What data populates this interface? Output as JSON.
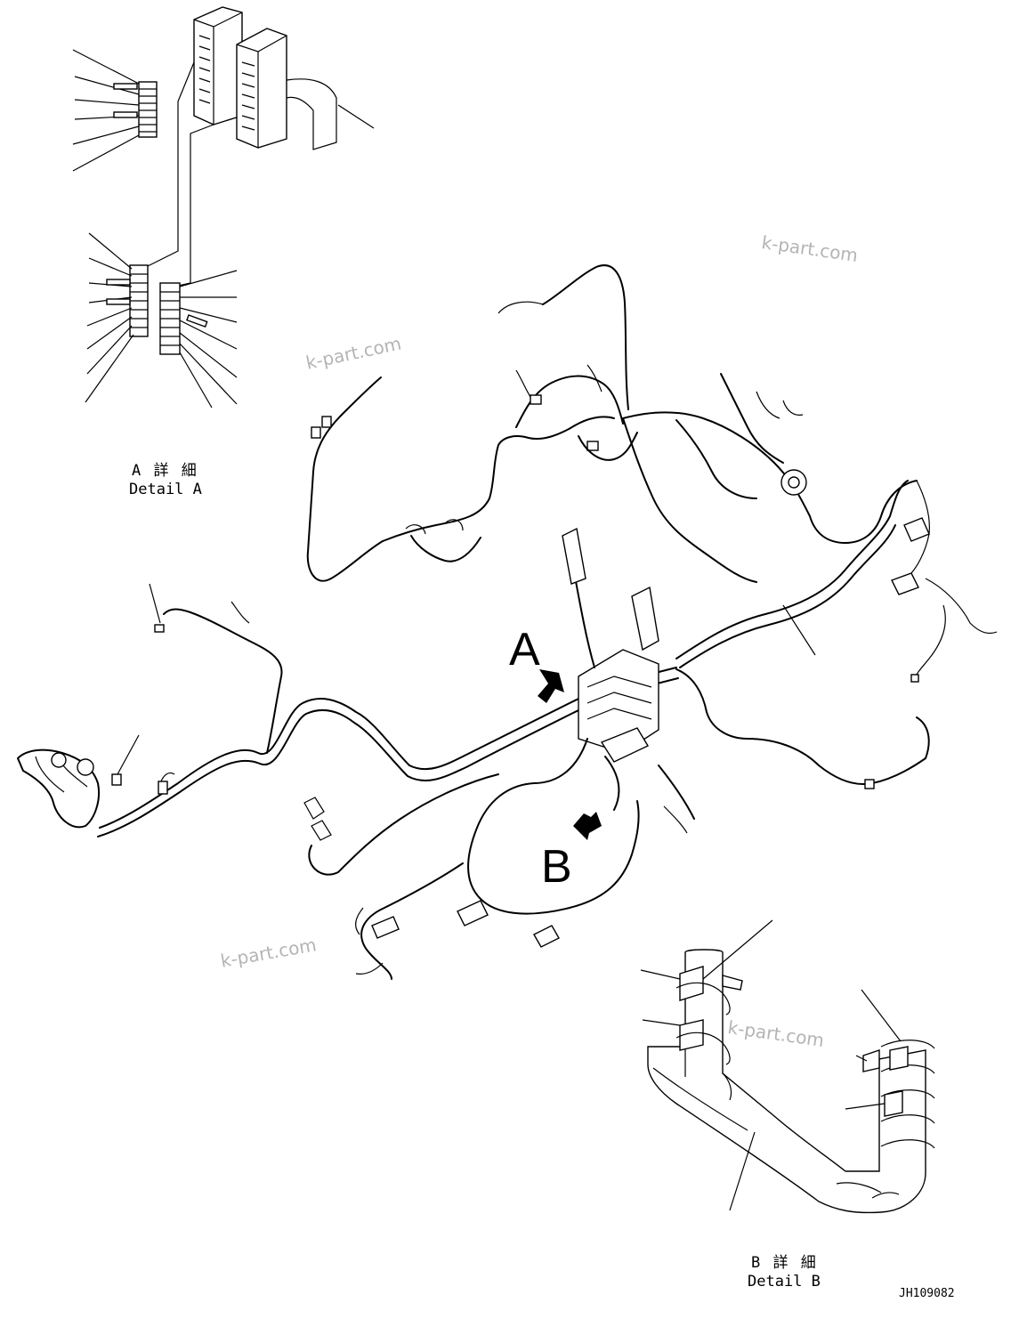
{
  "callouts": {
    "a_label": "A",
    "b_label": "B"
  },
  "detail_a": {
    "title_jp": "A 詳 細",
    "title_en": "Detail A"
  },
  "detail_b": {
    "title_jp": "B 詳 細",
    "title_en": "Detail B"
  },
  "drawing_number": "JH109082",
  "watermarks": [
    "k-part.com",
    "k-part.com",
    "k-part.com",
    "k-part.com"
  ]
}
